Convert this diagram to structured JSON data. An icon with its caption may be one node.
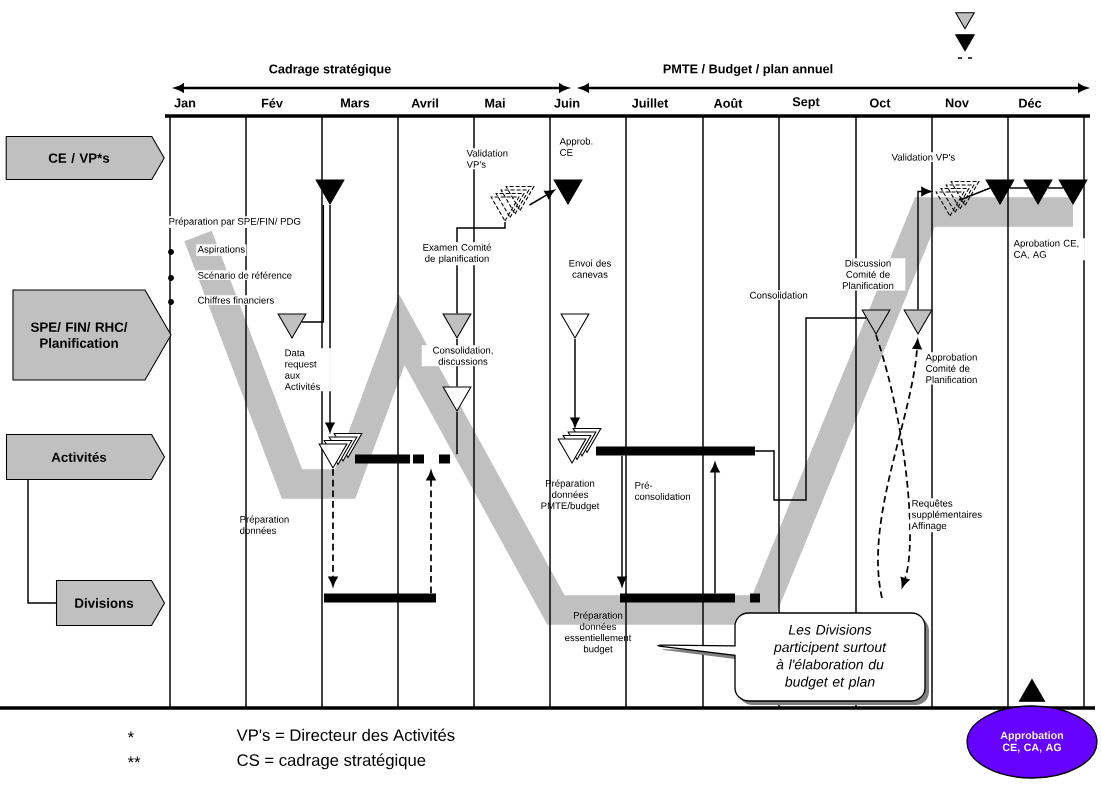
{
  "diagram": {
    "nodes": [
      {
        "text": [
          "CE / VP*s"
        ]
      },
      {
        "text": [
          "SPE/ FIN/ RHC/ Planification"
        ]
      },
      {
        "text": [
          "Activités"
        ]
      },
      {
        "text": [
          "Divisions"
        ]
      },
      {
        "text": [],
        "shape": "triangle"
      },
      {
        "text": [],
        "shape": "triangle"
      },
      {
        "text": [],
        "shape": "triangle"
      },
      {
        "text": [],
        "shape": "bar"
      },
      {
        "text": [],
        "shape": "bar"
      },
      {
        "text": [],
        "shape": "triangle"
      },
      {
        "text": [],
        "shape": "triangle"
      },
      {
        "text": [],
        "shape": "triangle"
      },
      {
        "text": [],
        "shape": "triangle"
      },
      {
        "text": [],
        "shape": "triangle"
      },
      {
        "text": [],
        "shape": "triangle"
      },
      {
        "text": [],
        "shape": "bar"
      },
      {
        "text": [],
        "shape": "bar"
      },
      {
        "text": [],
        "shape": "triangle"
      },
      {
        "text": [],
        "shape": "triangle"
      },
      {
        "text": [],
        "shape": "triangle"
      },
      {
        "text": [],
        "shape": "triangle"
      },
      {
        "text": [],
        "shape": "triangle"
      },
      {
        "text": [],
        "shape": "triangle"
      },
      {
        "text": [
          "Les Divisions participent surtout à l'élaboration du budget et plan"
        ]
      },
      {
        "text": [
          "Approbation CE, CA, AG"
        ]
      },
      {
        "text": [],
        "shape": "triangle"
      }
    ],
    "edges": [
      {
        "from": 2,
        "to": 3,
        "arrow": "none"
      },
      {
        "from": 5,
        "to": 4,
        "arrow": "none"
      },
      {
        "from": 4,
        "to": 6,
        "arrow": "to"
      },
      {
        "from": 6,
        "to": 8,
        "arrow": "to",
        "style": "dashed"
      },
      {
        "from": 8,
        "to": 7,
        "arrow": "to",
        "style": "dashed"
      },
      {
        "from": 11,
        "to": 9,
        "arrow": "none"
      },
      {
        "from": 9,
        "to": 10,
        "arrow": "none"
      },
      {
        "from": 10,
        "to": 7,
        "arrow": "none"
      },
      {
        "from": 11,
        "to": 12,
        "arrow": "to"
      },
      {
        "from": 13,
        "to": 14,
        "arrow": "to"
      },
      {
        "from": 15,
        "to": 16,
        "arrow": "to"
      },
      {
        "from": 16,
        "to": 15,
        "arrow": "to"
      },
      {
        "from": 15,
        "to": 17,
        "arrow": "none"
      },
      {
        "from": 19,
        "to": 18,
        "arrow": "to"
      },
      {
        "from": 18,
        "to": 20,
        "arrow": "none"
      },
      {
        "from": 20,
        "to": 21,
        "arrow": "none"
      },
      {
        "from": 21,
        "to": 22,
        "arrow": "none"
      },
      {
        "from": 17,
        "to": null,
        "arrow": "to",
        "style": "dashed"
      },
      {
        "from": null,
        "to": 19,
        "arrow": "to",
        "style": "dashed"
      }
    ],
    "labels": [
      "Cadrage stratégique",
      "PMTE / Budget / plan annuel",
      "Jan",
      "Fév",
      "Mars",
      "Avril",
      "Mai",
      "Juin",
      "Juillet",
      "Août",
      "Sept",
      "Oct",
      "Nov",
      "Déc",
      "Approb. CE",
      "Validation VP's",
      "Validation VP's",
      "Préparation par SPE/FIN/ PDG",
      "Aprobation CE, CA, AG",
      "Aspirations",
      "Examen Comité de planification",
      "Envoi des canevas",
      "Discussion Comité de Planification",
      "Scénario de référence",
      "Consolidation",
      "Chiffres financiers",
      "Approbation Comité de Planification",
      "Data request aux Activités",
      "Consolidation, discussions",
      "Préparation données PMTE/budget",
      "Pré-consolidation",
      "Requêtes supplémentaires Affinage",
      "Préparation données",
      "Préparation données essentiellement budget",
      "*",
      "VP's = Directeur des Activités",
      "**",
      "CS = cadrage stratégique"
    ]
  }
}
